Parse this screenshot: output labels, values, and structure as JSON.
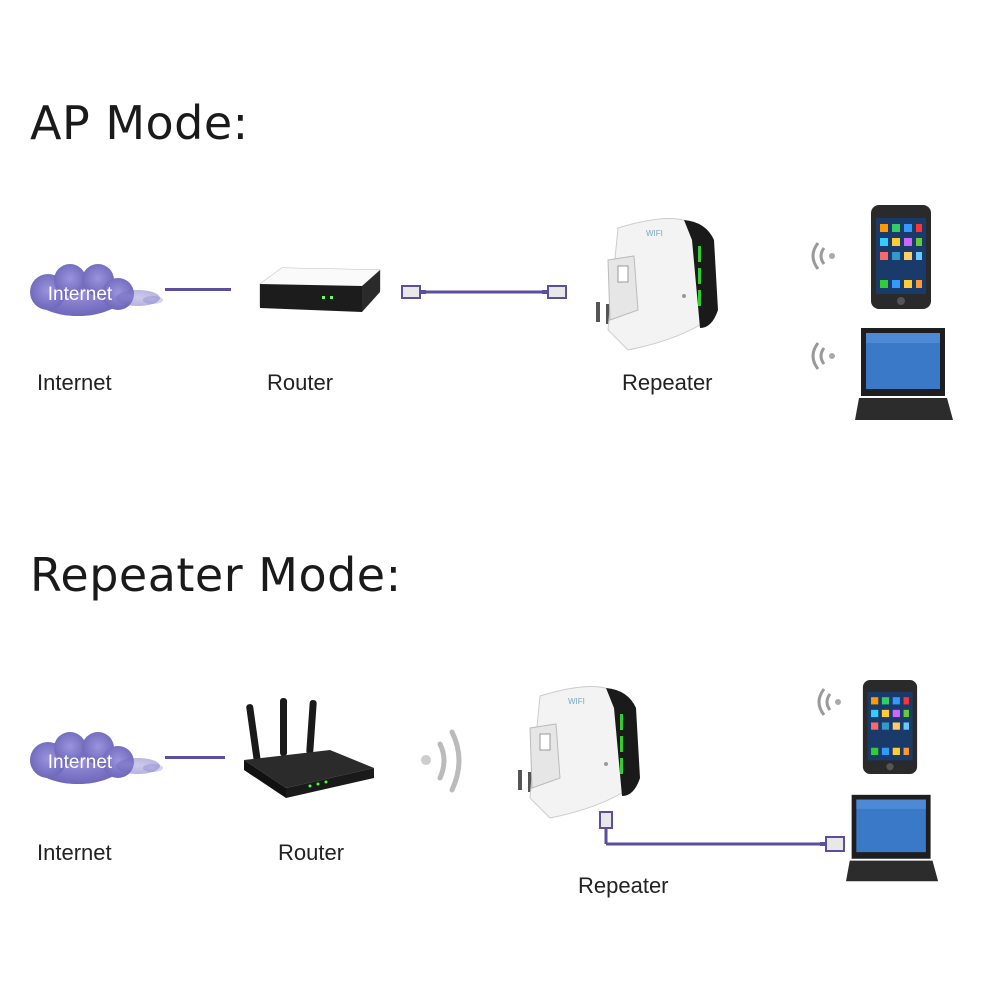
{
  "ap_mode": {
    "title": "AP Mode:",
    "cloud_text": "Internet",
    "labels": {
      "internet": "Internet",
      "router": "Router",
      "repeater": "Repeater"
    }
  },
  "repeater_mode": {
    "title": "Repeater Mode:",
    "cloud_text": "Internet",
    "labels": {
      "internet": "Internet",
      "router": "Router",
      "repeater": "Repeater"
    }
  },
  "colors": {
    "cable": "#5a4e9e",
    "cloud": "#7b74c8",
    "screen": "#3a78c8"
  }
}
